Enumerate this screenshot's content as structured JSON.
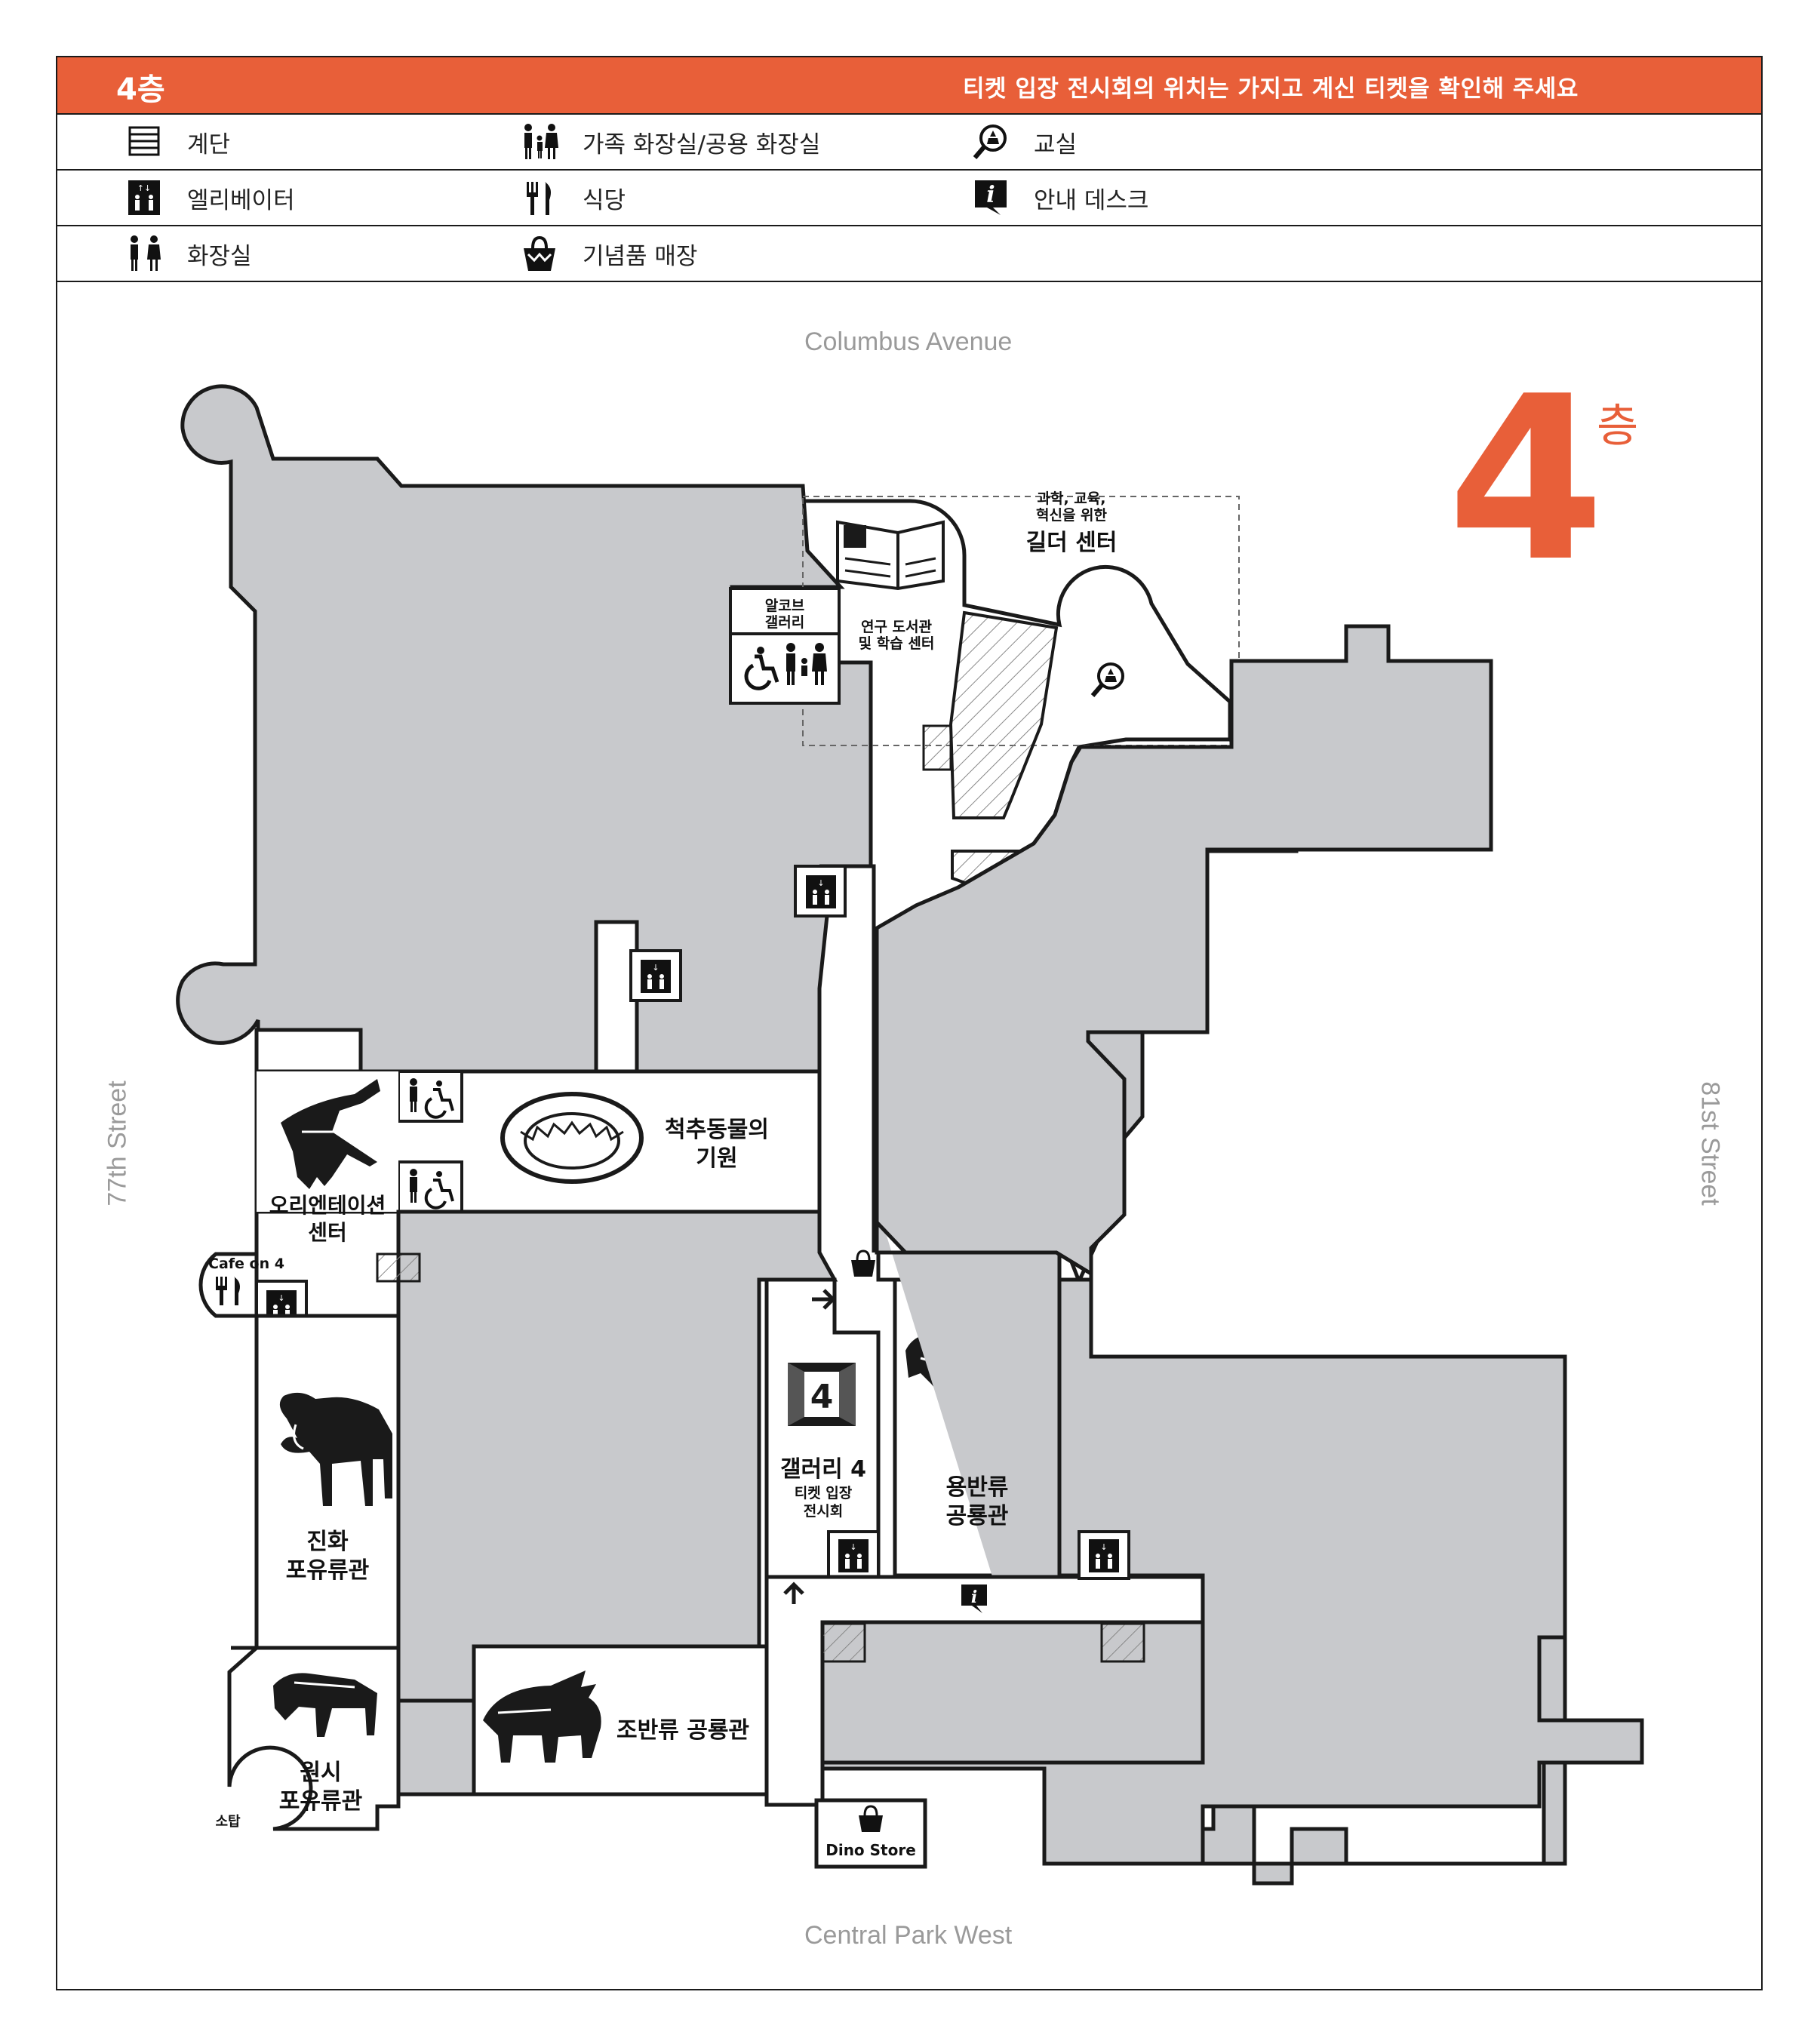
{
  "header": {
    "floor": "4층",
    "notice": "티켓 입장 전시회의 위치는 가지고 계신 티켓을 확인해 주세요",
    "color": "#e85f39"
  },
  "legend": {
    "stairs": "계단",
    "family_restroom": "가족 화장실/공용 화장실",
    "classroom": "교실",
    "elevator": "엘리베이터",
    "dining": "식당",
    "info_desk": "안내 데스크",
    "restroom": "화장실",
    "gift_shop": "기념품 매장"
  },
  "streets": {
    "north": "Columbus Avenue",
    "south": "Central Park West",
    "west": "77th Street",
    "east": "81st Street"
  },
  "floor_badge": {
    "number": "4",
    "unit": "층"
  },
  "rooms": {
    "gilder_sub1": "과학, 교육,",
    "gilder_sub2": "혁신을 위한",
    "gilder_title": "길더 센터",
    "archive1": "알코브",
    "archive2": "갤러리",
    "library1": "연구 도서관",
    "library2": "및 학습 센터",
    "vertebrate1": "척추동물의",
    "vertebrate2": "기원",
    "orientation1": "오리엔테이션",
    "orientation2": "센터",
    "cafe": "Cafe on 4",
    "gallery4_icon": "4",
    "gallery4": "갤러리 4",
    "gallery4_sub1": "티켓 입장",
    "gallery4_sub2": "전시회",
    "saurischian1": "용반류",
    "saurischian2": "공룡관",
    "advanced_mammals1": "진화",
    "advanced_mammals2": "포유류관",
    "ornithischian": "조반류 공룡관",
    "primitive_mammals1": "원시",
    "primitive_mammals2": "포유류관",
    "tower": "소탑",
    "dino_store": "Dino Store"
  },
  "colors": {
    "wall": "#1a1a1a",
    "gray_area": "#c8c9cc",
    "accent": "#e85f39"
  }
}
